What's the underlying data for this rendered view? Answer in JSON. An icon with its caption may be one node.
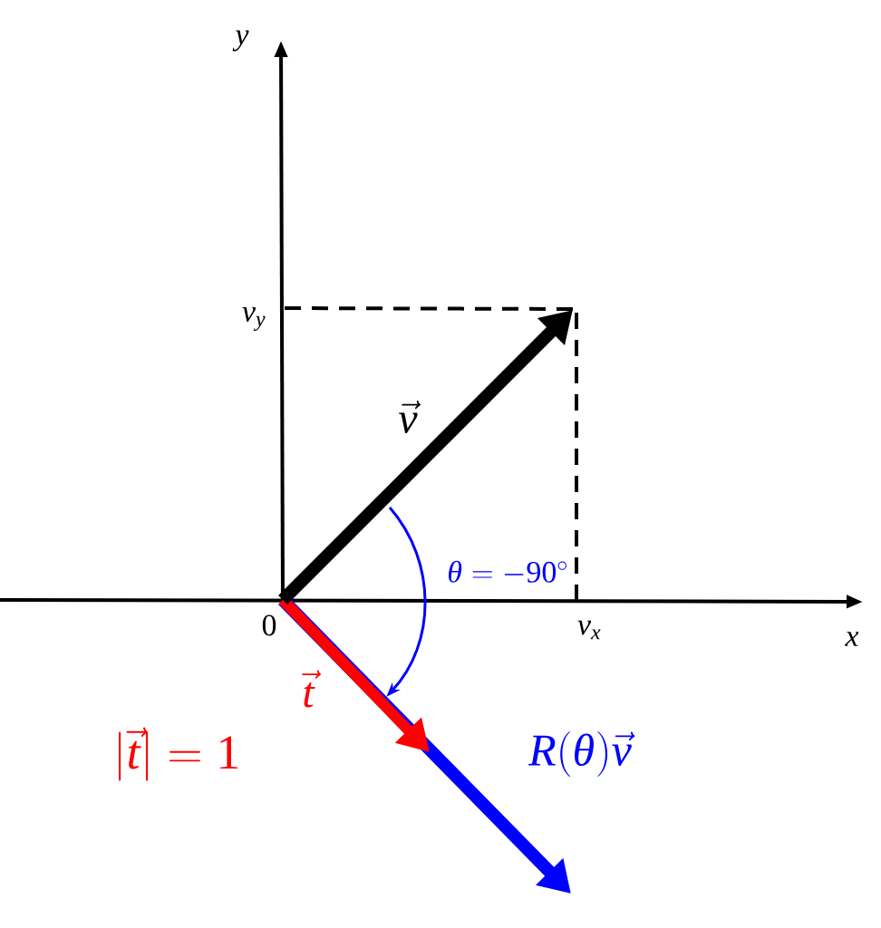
{
  "diagram": {
    "labels": [
      "y",
      "v_y",
      "\\vec{v}",
      "\\theta = -90^\\circ",
      "0",
      "v_x",
      "x",
      "\\vec{t}",
      "|\\vec{t}| = 1",
      "R(\\theta)\\vec{v}"
    ]
  }
}
